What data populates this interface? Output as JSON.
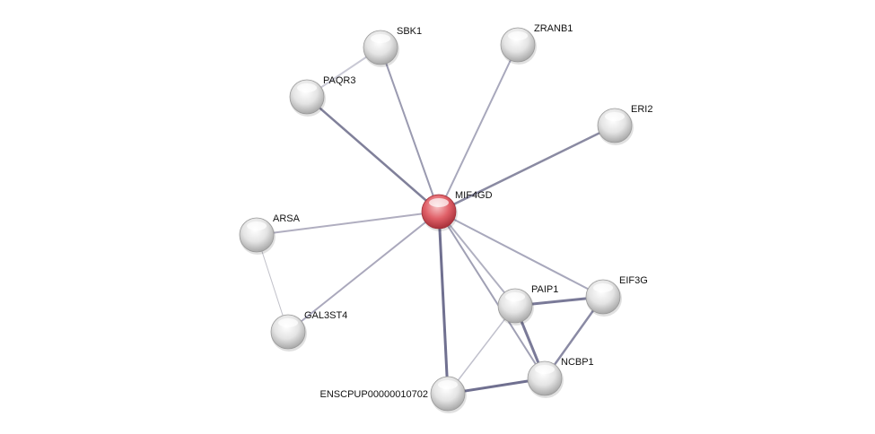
{
  "nodes": [
    {
      "id": "MIF4GD",
      "label": "MIF4GD",
      "query": true
    },
    {
      "id": "SBK1",
      "label": "SBK1"
    },
    {
      "id": "ZRANB1",
      "label": "ZRANB1"
    },
    {
      "id": "PAQR3",
      "label": "PAQR3"
    },
    {
      "id": "ERI2",
      "label": "ERI2"
    },
    {
      "id": "ARSA",
      "label": "ARSA"
    },
    {
      "id": "GAL3ST4",
      "label": "GAL3ST4"
    },
    {
      "id": "PAIP1",
      "label": "PAIP1"
    },
    {
      "id": "EIF3G",
      "label": "EIF3G"
    },
    {
      "id": "ENSCPUP",
      "label": "ENSCPUP00000010702"
    },
    {
      "id": "NCBP1",
      "label": "NCBP1"
    }
  ],
  "edges": [
    {
      "s": "MIF4GD",
      "t": "SBK1",
      "w": 2,
      "c": "#9a9ab0"
    },
    {
      "s": "MIF4GD",
      "t": "ZRANB1",
      "w": 2,
      "c": "#a8a8bc"
    },
    {
      "s": "MIF4GD",
      "t": "PAQR3",
      "w": 2.5,
      "c": "#80809a"
    },
    {
      "s": "MIF4GD",
      "t": "ERI2",
      "w": 2.5,
      "c": "#8a8aa2"
    },
    {
      "s": "MIF4GD",
      "t": "ARSA",
      "w": 2,
      "c": "#b0aec0"
    },
    {
      "s": "MIF4GD",
      "t": "GAL3ST4",
      "w": 2,
      "c": "#aaa8bc"
    },
    {
      "s": "MIF4GD",
      "t": "PAIP1",
      "w": 2,
      "c": "#b0b0c0"
    },
    {
      "s": "MIF4GD",
      "t": "EIF3G",
      "w": 2,
      "c": "#a8a8bc"
    },
    {
      "s": "MIF4GD",
      "t": "NCBP1",
      "w": 2,
      "c": "#a0a0b4"
    },
    {
      "s": "MIF4GD",
      "t": "ENSCPUP",
      "w": 3,
      "c": "#707090"
    },
    {
      "s": "SBK1",
      "t": "PAQR3",
      "w": 2,
      "c": "#c8c8d4"
    },
    {
      "s": "ARSA",
      "t": "GAL3ST4",
      "w": 1,
      "c": "#c0c0c8"
    },
    {
      "s": "PAIP1",
      "t": "EIF3G",
      "w": 3,
      "c": "#7a7a98"
    },
    {
      "s": "PAIP1",
      "t": "NCBP1",
      "w": 3,
      "c": "#7a7a98"
    },
    {
      "s": "PAIP1",
      "t": "ENSCPUP",
      "w": 1.5,
      "c": "#c0c0cc"
    },
    {
      "s": "EIF3G",
      "t": "NCBP1",
      "w": 2.5,
      "c": "#8a8aa4"
    },
    {
      "s": "NCBP1",
      "t": "ENSCPUP",
      "w": 3,
      "c": "#707090"
    }
  ],
  "colors": {
    "query_node": "#d9505a",
    "node": "#e6e6e6"
  }
}
